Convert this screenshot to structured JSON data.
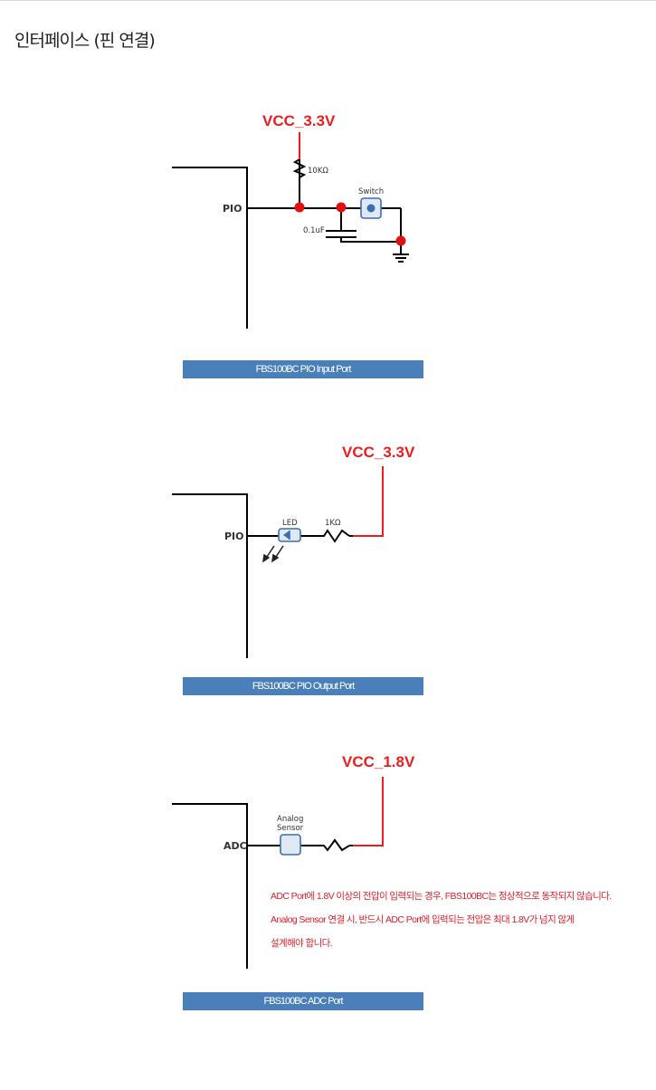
{
  "page": {
    "title": "인터페이스 (핀 연결)"
  },
  "diagrams": [
    {
      "vcc": "VCC_3.3V",
      "pin": "PIO",
      "resistor": "10KΩ",
      "switch": "Switch",
      "capacitor": "0.1uF",
      "caption": "FBS100BC PIO Input Port"
    },
    {
      "vcc": "VCC_3.3V",
      "pin": "PIO",
      "led": "LED",
      "resistor": "1KΩ",
      "caption": "FBS100BC PIO  Output Port"
    },
    {
      "vcc": "VCC_1.8V",
      "pin": "ADC",
      "sensor_line1": "Analog",
      "sensor_line2": "Sensor",
      "caption": "FBS100BC ADC Port",
      "notes": [
        "ADC Port에 1.8V 이상의 전압이 입력되는 경우, FBS100BC는 정상적으로 동작되지 않습니다.",
        "Analog Sensor 연결 시, 반드시 ADC Port에 입력되는 전압은 최대 1.8V가 넘지 않게",
        "설계해야 합니다."
      ]
    }
  ],
  "colors": {
    "wire": "#000000",
    "vcc": "#ee1c1c",
    "node": "#e01010",
    "caption_bg": "#4a7fb9",
    "component": "#3a6fb0"
  }
}
